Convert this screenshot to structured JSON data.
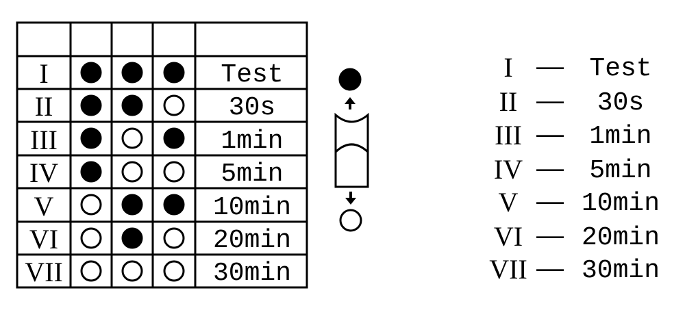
{
  "table": {
    "header": [
      "",
      "",
      "",
      "",
      ""
    ],
    "rows": [
      {
        "numeral": "I",
        "pattern": [
          1,
          1,
          1
        ],
        "label": "Test"
      },
      {
        "numeral": "II",
        "pattern": [
          1,
          1,
          0
        ],
        "label": "30s"
      },
      {
        "numeral": "III",
        "pattern": [
          1,
          0,
          1
        ],
        "label": "1min"
      },
      {
        "numeral": "IV",
        "pattern": [
          1,
          0,
          0
        ],
        "label": "5min"
      },
      {
        "numeral": "V",
        "pattern": [
          0,
          1,
          1
        ],
        "label": "10min"
      },
      {
        "numeral": "VI",
        "pattern": [
          0,
          1,
          0
        ],
        "label": "20min"
      },
      {
        "numeral": "VII",
        "pattern": [
          0,
          0,
          0
        ],
        "label": "30min"
      }
    ]
  },
  "legend": {
    "separator": "—",
    "items": [
      {
        "numeral": "I",
        "label": "Test"
      },
      {
        "numeral": "II",
        "label": "30s"
      },
      {
        "numeral": "III",
        "label": "1min"
      },
      {
        "numeral": "IV",
        "label": "5min"
      },
      {
        "numeral": "V",
        "label": "10min"
      },
      {
        "numeral": "VI",
        "label": "20min"
      },
      {
        "numeral": "VII",
        "label": "30min"
      }
    ]
  },
  "symbol": {
    "top": "filled-circle",
    "bottom": "open-circle",
    "top_arrow": "up-arrow-icon",
    "bottom_arrow": "down-arrow-icon"
  },
  "colors": {
    "ink": "#000000",
    "background": "#ffffff"
  }
}
